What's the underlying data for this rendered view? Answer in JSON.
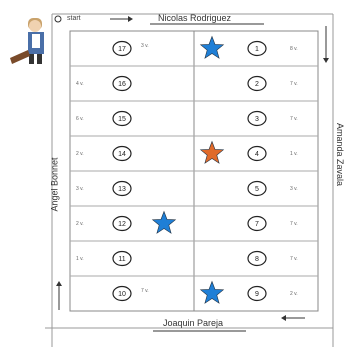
{
  "players": {
    "top": "Nicolas Rodriguez",
    "bottom": "Joaquin Pareja",
    "left": "Angel Bonnet",
    "right": "Amanda Zavala"
  },
  "board": {
    "title_label": "start",
    "column_left_cells": [
      {
        "num": "17",
        "side_label": "",
        "note": "3 v."
      },
      {
        "num": "16",
        "side_label": "4 v.",
        "note": ""
      },
      {
        "num": "15",
        "side_label": "6 v.",
        "note": ""
      },
      {
        "num": "14",
        "side_label": "2 v.",
        "note": ""
      },
      {
        "num": "13",
        "side_label": "3 v.",
        "note": ""
      },
      {
        "num": "12",
        "side_label": "2 v.",
        "note": ""
      },
      {
        "num": "11",
        "side_label": "1 v.",
        "note": ""
      },
      {
        "num": "10",
        "side_label": "",
        "note": "7 v."
      }
    ],
    "column_right_cells": [
      {
        "num": "1",
        "side_label": "8 v."
      },
      {
        "num": "2",
        "side_label": "7 v."
      },
      {
        "num": "3",
        "side_label": "7 v."
      },
      {
        "num": "4",
        "side_label": "1 v."
      },
      {
        "num": "5",
        "side_label": "3 v."
      },
      {
        "num": "7",
        "side_label": "7 v."
      },
      {
        "num": "8",
        "side_label": "7 v."
      },
      {
        "num": "9",
        "side_label": "2 v."
      }
    ]
  },
  "stars": [
    {
      "row": 0,
      "col": "right",
      "color": "#1f7fd6"
    },
    {
      "row": 3,
      "col": "right",
      "color": "#e06a2a"
    },
    {
      "row": 5,
      "col": "left",
      "color": "#1f7fd6"
    },
    {
      "row": 7,
      "col": "right",
      "color": "#1f7fd6"
    }
  ],
  "icons": {
    "avatar": "teacher-figure-icon"
  }
}
